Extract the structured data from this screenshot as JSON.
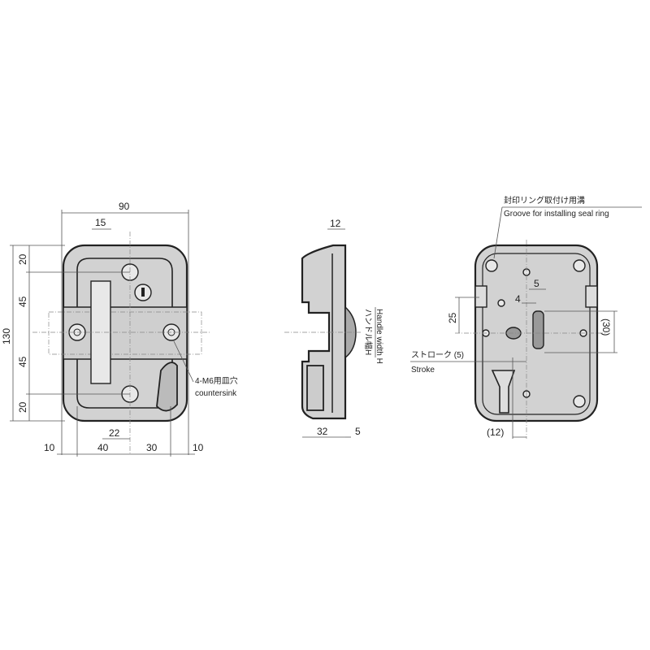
{
  "front_view": {
    "dims": {
      "width": "90",
      "slot": "15",
      "height": "130",
      "top": "20",
      "upper": "45",
      "lower": "45",
      "bottom": "20",
      "offset": "22",
      "b1": "10",
      "b2": "40",
      "b3": "30",
      "b4": "10"
    },
    "note_jp": "4-M6用皿穴",
    "note_en": "countersink"
  },
  "side_view": {
    "dims": {
      "depth_top": "12",
      "depth": "32",
      "protrusion": "5"
    },
    "note_jp": "ハンドル幅H",
    "note_en": "Handle width H"
  },
  "back_view": {
    "groove_jp": "封印リング取付け用溝",
    "groove_en": "Groove for installing seal ring",
    "dims": {
      "slot_w": "5",
      "offset": "4",
      "left": "25",
      "right": "(30)",
      "bottom": "(12)"
    },
    "stroke_jp": "ストローク (5)",
    "stroke_en": "Stroke"
  }
}
